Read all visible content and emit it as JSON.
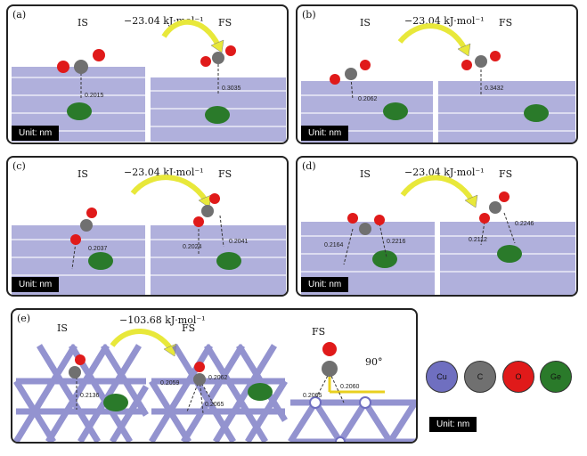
{
  "panels": [
    {
      "id": "a",
      "label": "(a)",
      "is": "IS",
      "fs": "FS",
      "energy": "−23.04 kJ·mol⁻¹",
      "unit": "Unit: nm"
    },
    {
      "id": "b",
      "label": "(b)",
      "is": "IS",
      "fs": "FS",
      "energy": "−23.04 kJ·mol⁻¹",
      "unit": "Unit: nm"
    },
    {
      "id": "c",
      "label": "(c)",
      "is": "IS",
      "fs": "FS",
      "energy": "−23.04 kJ·mol⁻¹",
      "unit": "Unit: nm"
    },
    {
      "id": "d",
      "label": "(d)",
      "is": "IS",
      "fs": "FS",
      "energy": "−23.04 kJ·mol⁻¹",
      "unit": "Unit: nm"
    },
    {
      "id": "e",
      "label": "(e)",
      "is": "IS",
      "fs": "FS",
      "fs2": "FS",
      "angle": "90°",
      "energy": "−103.68 kJ·mol⁻¹"
    }
  ],
  "distances": {
    "a_is": "0.2015",
    "a_fs": "0.3035",
    "b_is": "0.2062",
    "b_fs": "0.3432",
    "c_is": "0.2037",
    "c_fs1": "0.2024",
    "c_fs2": "0.2041",
    "d_is1": "0.2164",
    "d_is2": "0.2216",
    "d_fs1": "0.2112",
    "d_fs2": "0.2246",
    "e_is": "0.2136",
    "e_fs1": "0.2059",
    "e_fs2": "0.2062",
    "e_fs3": "0.2065",
    "e_side1": "0.2065",
    "e_side2": "0.2060"
  },
  "legend": [
    {
      "symbol": "Cu",
      "color": "#6f6fc0"
    },
    {
      "symbol": "C",
      "color": "#707070"
    },
    {
      "symbol": "O",
      "color": "#e01a1a"
    },
    {
      "symbol": "Ge",
      "color": "#2a7a2a"
    }
  ],
  "unit_label": "Unit: nm",
  "colors": {
    "cu": "#6f6fc0",
    "c": "#707070",
    "o": "#e01a1a",
    "ge": "#2a7a2a",
    "arrow": "#e8e83a"
  }
}
